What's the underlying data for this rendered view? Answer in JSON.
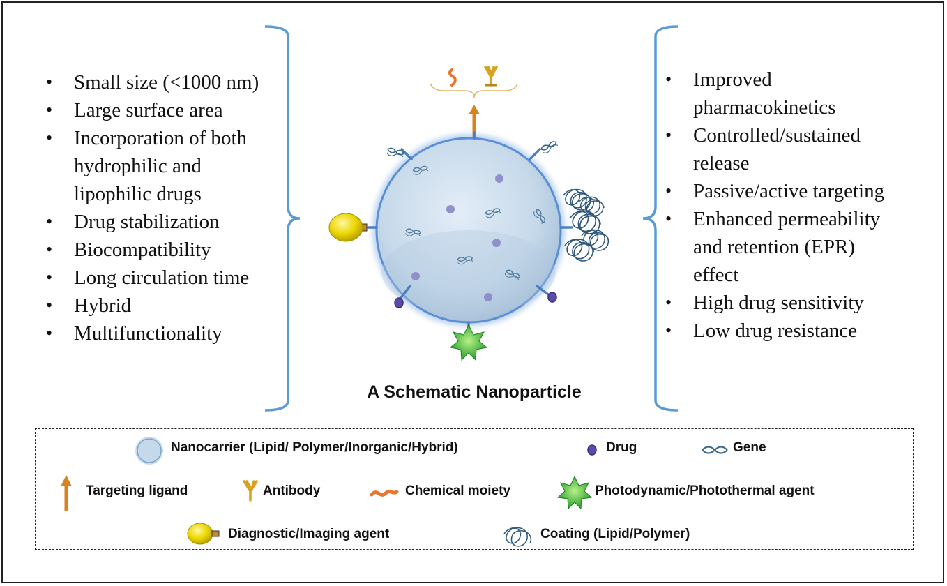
{
  "left_properties": [
    "Small size (<1000 nm)",
    "Large surface area",
    "Incorporation of both",
    "hydrophilic and",
    "lipophilic drugs",
    "Drug stabilization",
    "Biocompatibility",
    "Long circulation time",
    "Hybrid",
    "Multifunctionality"
  ],
  "right_advantages": [
    "Improved",
    "pharmacokinetics",
    "Controlled/sustained",
    "release",
    "Passive/active targeting",
    "Enhanced permeability",
    "and retention (EPR)",
    "effect",
    "High drug sensitivity",
    "Low drug resistance"
  ],
  "title": "A Schematic Nanoparticle",
  "legend": {
    "nanocarrier": "Nanocarrier  (Lipid/ Polymer/Inorganic/Hybrid)",
    "drug": "Drug",
    "gene": "Gene",
    "targeting_ligand": "Targeting ligand",
    "antibody": "Antibody",
    "chemical_moiety": "Chemical moiety",
    "photo_agent": "Photodynamic/Photothermal agent",
    "diagnostic_agent": "Diagnostic/Imaging agent",
    "coating": "Coating (Lipid/Polymer)"
  },
  "colors": {
    "bracket": "#5b9bd5",
    "nanocarrier": "#c6d9ea",
    "drug": "#7a6fb5",
    "gene": "#3d6a8a",
    "arrow": "#d9821e",
    "antibody": "#d9a21e",
    "moiety": "#e8762e",
    "star": "#3cb43c",
    "diagnostic": "#e6d200"
  }
}
